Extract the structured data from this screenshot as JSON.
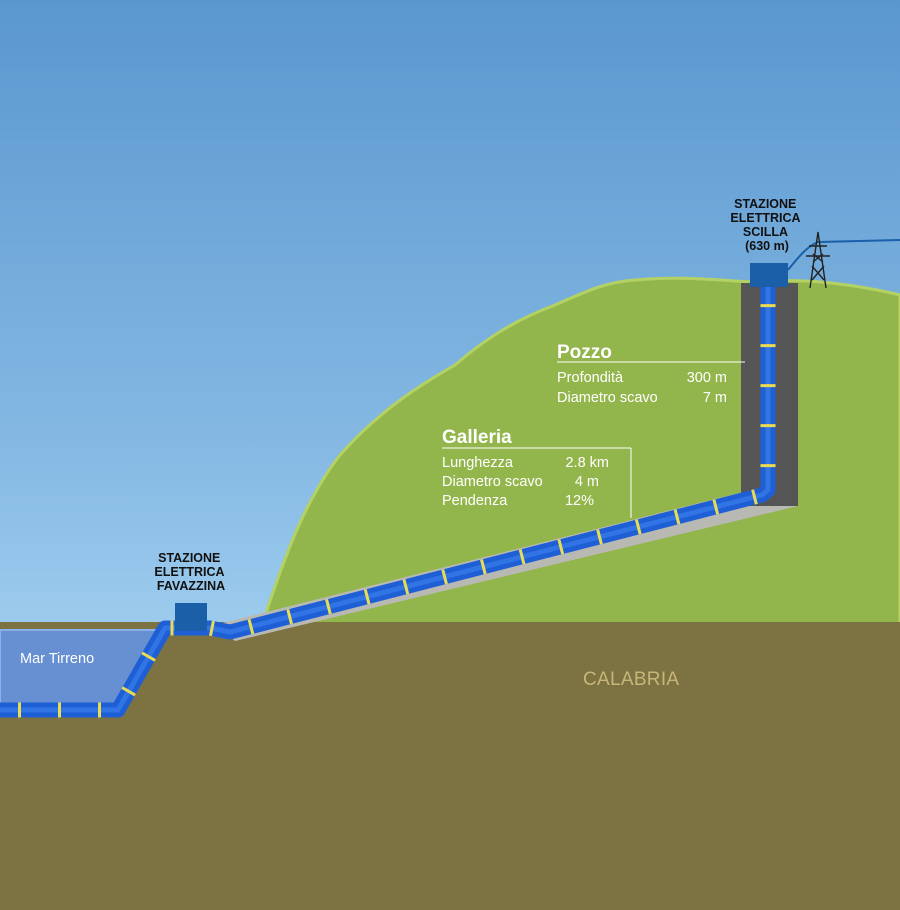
{
  "sea": {
    "label": "Mar Tirreno"
  },
  "region": {
    "label": "CALABRIA"
  },
  "station_favazzina": {
    "lines": [
      "STAZIONE",
      "ELETTRICA",
      "FAVAZZINA"
    ]
  },
  "station_scilla": {
    "lines": [
      "STAZIONE",
      "ELETTRICA",
      "SCILLA",
      "(630 m)"
    ]
  },
  "pozzo": {
    "title": "Pozzo",
    "rows": [
      {
        "label": "Profondità",
        "value": "300 m"
      },
      {
        "label": "Diametro scavo",
        "value": "7 m"
      }
    ]
  },
  "galleria": {
    "title": "Galleria",
    "rows": [
      {
        "label": "Lunghezza",
        "value": "2.8 km"
      },
      {
        "label": "Diametro scavo",
        "value": "4 m"
      },
      {
        "label": "Pendenza",
        "value": "12%"
      }
    ]
  },
  "colors": {
    "sky_top": "#5a97cf",
    "sky_bottom": "#8ec0e8",
    "hill": "#93b64c",
    "hill_edge": "#b4d264",
    "ground": "#7d7242",
    "sea": "#5f8fd0",
    "pipe_blue": "#1f5fd6",
    "pipe_stripe": "#eadb55",
    "tunnel_lining": "#b9b9b4",
    "shaft_wall": "#555555",
    "station_block": "#1b5fa8"
  }
}
